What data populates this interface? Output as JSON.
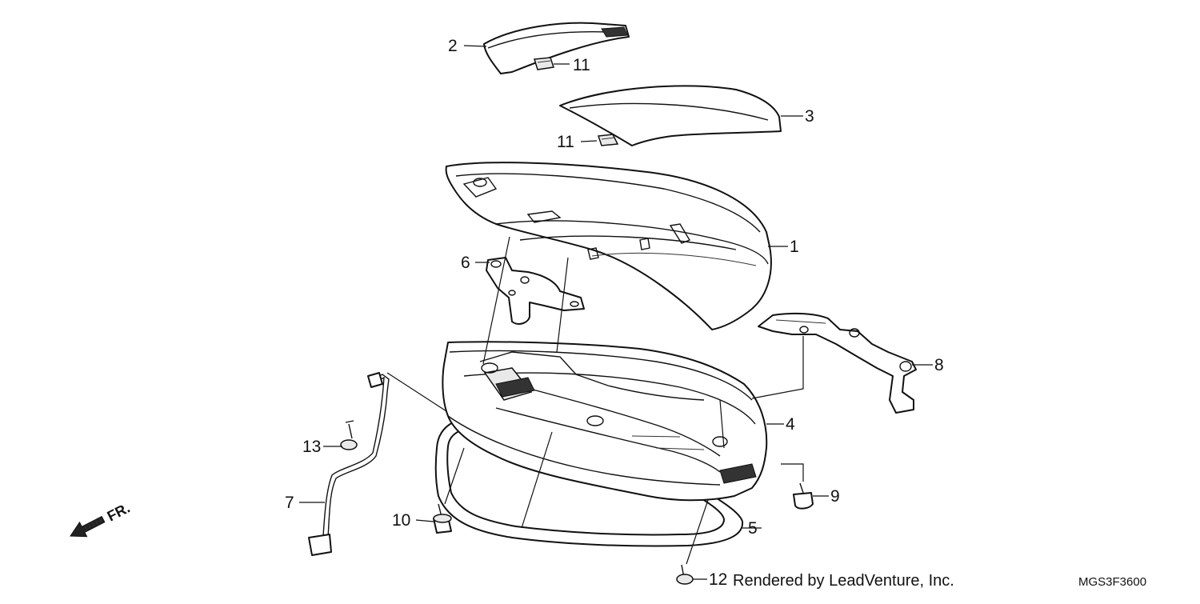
{
  "callouts": [
    {
      "id": "c1",
      "label": "1"
    },
    {
      "id": "c2",
      "label": "2"
    },
    {
      "id": "c3",
      "label": "3"
    },
    {
      "id": "c4",
      "label": "4"
    },
    {
      "id": "c5",
      "label": "5"
    },
    {
      "id": "c6",
      "label": "6"
    },
    {
      "id": "c7",
      "label": "7"
    },
    {
      "id": "c8",
      "label": "8"
    },
    {
      "id": "c9",
      "label": "9"
    },
    {
      "id": "c10",
      "label": "10"
    },
    {
      "id": "c11a",
      "label": "11"
    },
    {
      "id": "c11b",
      "label": "11"
    },
    {
      "id": "c12",
      "label": "12"
    },
    {
      "id": "c13",
      "label": "13"
    }
  ],
  "front_marker": "FR.",
  "credit": "Rendered by LeadVenture, Inc.",
  "diagram_code": "MGS3F3600"
}
